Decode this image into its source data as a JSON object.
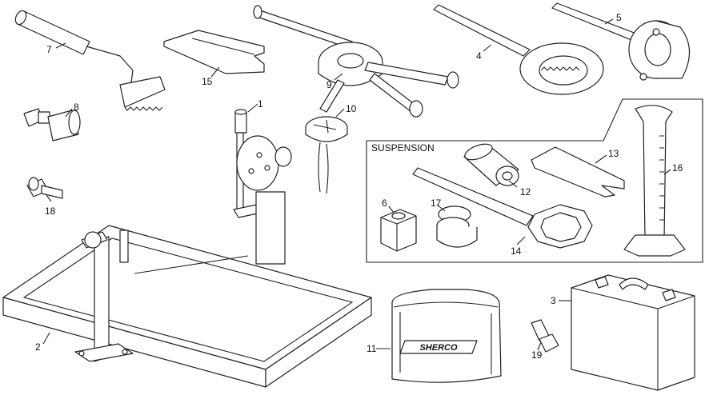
{
  "diagram": {
    "group_label": "SUSPENSION",
    "brand_text": "SHERCO",
    "callouts": [
      "1",
      "2",
      "3",
      "4",
      "5",
      "6",
      "7",
      "8",
      "9",
      "10",
      "11",
      "12",
      "13",
      "14",
      "15",
      "16",
      "17",
      "18",
      "19"
    ]
  }
}
